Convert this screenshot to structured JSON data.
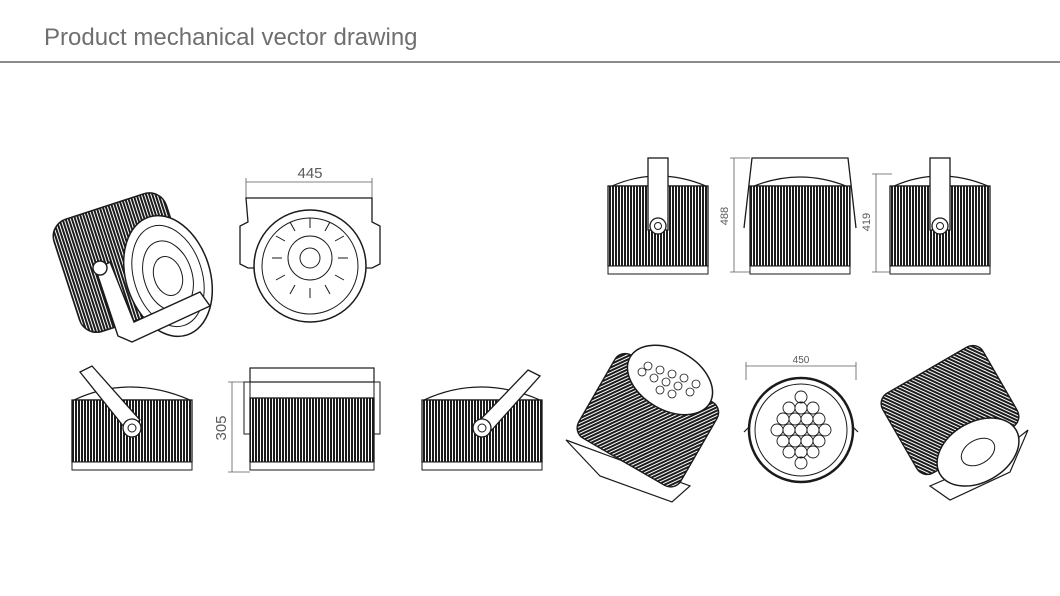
{
  "header": {
    "title": "Product mechanical vector drawing"
  },
  "dimensions": {
    "width_front": "445",
    "height_side_short": "305",
    "height_side_full": "488",
    "height_side_mid": "419",
    "diameter_bottom": "450"
  },
  "colors": {
    "line": "#1a1a1a",
    "fin": "#202020",
    "title": "#6f6f6f",
    "rule": "#8c8c8c"
  }
}
